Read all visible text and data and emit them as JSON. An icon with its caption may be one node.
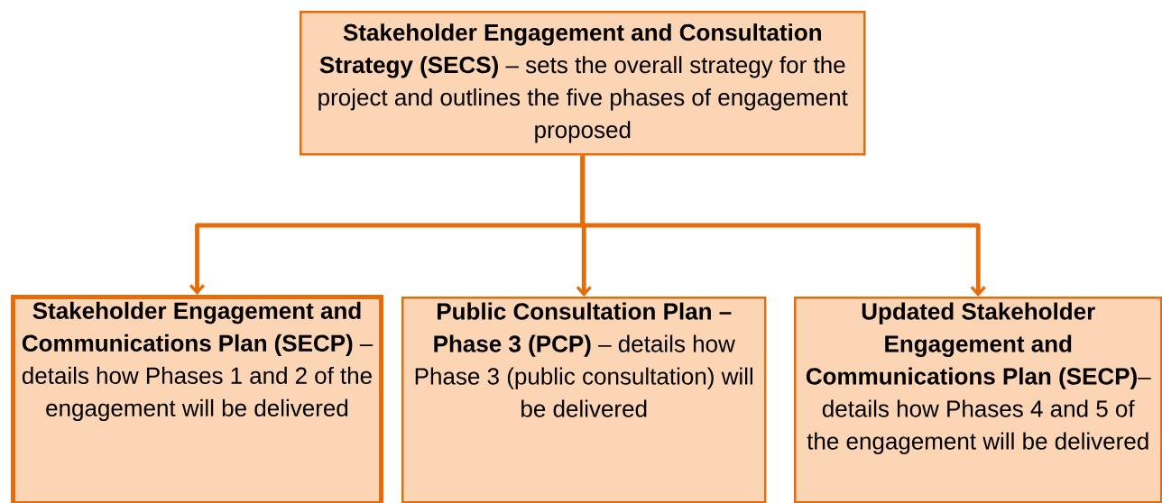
{
  "diagram": {
    "nodes": [
      {
        "text": [
          "**Stakeholder Engagement and Consultation Strategy (SECS)** – sets the overall strategy for the project and outlines the five phases of engagement proposed"
        ]
      },
      {
        "text": [
          "**Stakeholder Engagement and Communications Plan (SECP)** – details how Phases 1 and 2 of the engagement will be delivered"
        ]
      },
      {
        "text": [
          "**Public Consultation Plan – Phase 3 (PCP)** – details how Phase 3 (public consultation) will be delivered"
        ]
      },
      {
        "text": [
          "**Updated Stakeholder Engagement and Communications Plan (SECP)**– details how Phases 4 and 5 of the engagement will be delivered"
        ]
      }
    ],
    "edges": [
      {
        "from": 0,
        "to": 1,
        "arrow": "to"
      },
      {
        "from": 0,
        "to": 2,
        "arrow": "to"
      },
      {
        "from": 0,
        "to": 3,
        "arrow": "to"
      }
    ]
  }
}
